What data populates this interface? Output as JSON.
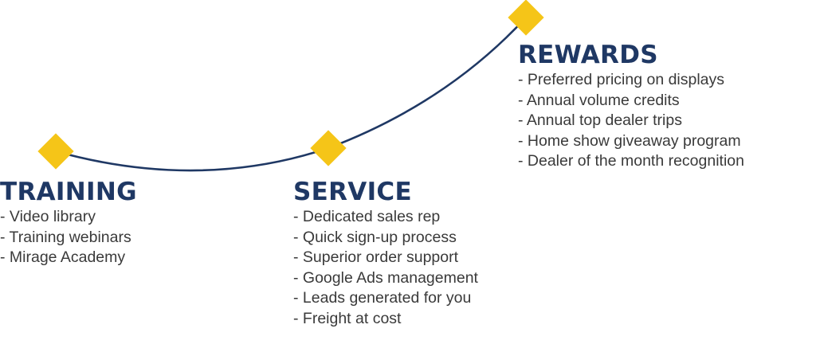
{
  "colors": {
    "heading": "#1f3864",
    "curve": "#1f3864",
    "marker": "#f5c518",
    "text": "#3a3a3a"
  },
  "stages": {
    "training": {
      "title": "TRAINING",
      "items": [
        "- Video library",
        "- Training webinars",
        "- Mirage Academy"
      ]
    },
    "service": {
      "title": "SERVICE",
      "items": [
        "- Dedicated sales rep",
        "- Quick sign-up process",
        "- Superior order support",
        "- Google Ads management",
        "- Leads generated for you",
        "- Freight at cost"
      ]
    },
    "rewards": {
      "title": "REWARDS",
      "items": [
        "- Preferred pricing on displays",
        "- Annual volume credits",
        "- Annual top dealer trips",
        "- Home show giveaway program",
        "- Dealer of the month recognition"
      ]
    }
  }
}
